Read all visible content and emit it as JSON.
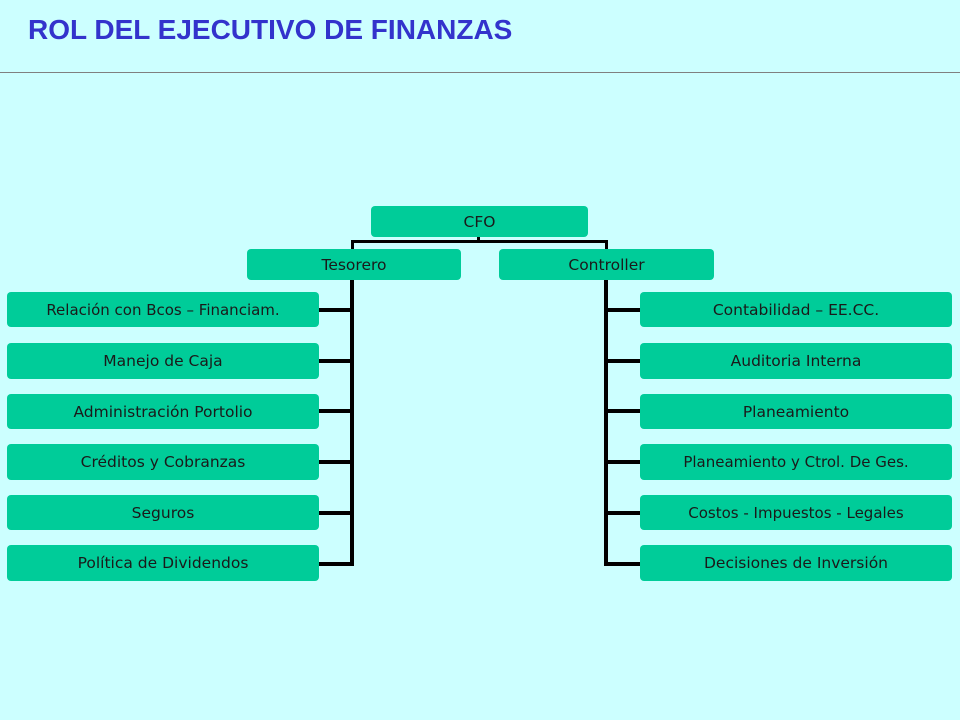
{
  "title": "ROL DEL EJECUTIVO DE FINANZAS",
  "colors": {
    "background": "#ccffff",
    "title": "#3333cc",
    "box": "#00cc99",
    "connector": "#000000"
  },
  "org_chart": {
    "root": "CFO",
    "branches": [
      {
        "label": "Tesorero",
        "items": [
          "Relación con Bcos – Financiam.",
          "Manejo de Caja",
          "Administración Portolio",
          "Créditos y Cobranzas",
          "Seguros",
          "Política de Dividendos"
        ]
      },
      {
        "label": "Controller",
        "items": [
          "Contabilidad – EE.CC.",
          "Auditoria Interna",
          "Planeamiento",
          "Planeamiento y Ctrol. De Ges.",
          "Costos - Impuestos - Legales",
          "Decisiones de Inversión"
        ]
      }
    ]
  }
}
